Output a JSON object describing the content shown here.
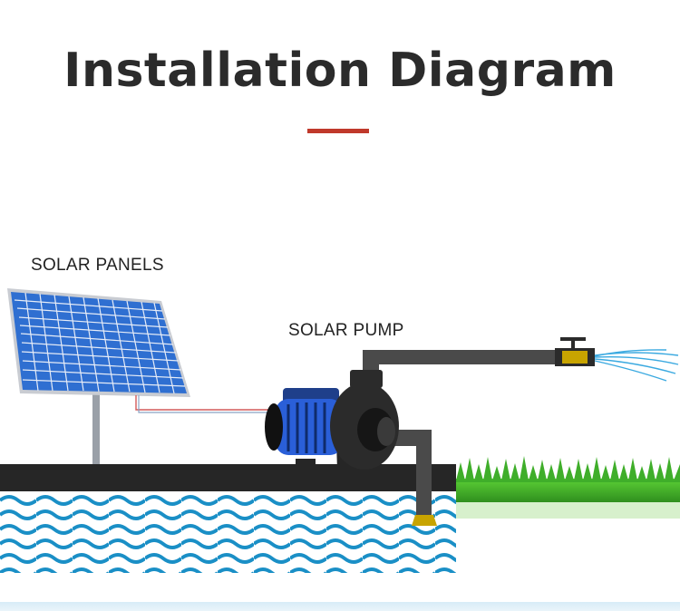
{
  "title": "Installation Diagram",
  "labels": {
    "solar_panels": "SOLAR PANELS",
    "solar_pump": "SOLAR PUMP"
  },
  "colors": {
    "title": "#2b2b2b",
    "accent": "#c0392b",
    "panel_cell": "#2f6fd1",
    "panel_frame": "#c9ccd2",
    "ground": "#262626",
    "water_wave": "#1a8fc6",
    "pipe": "#4a4a4a",
    "pump_motor": "#2a5fd8",
    "valve": "#c8a400",
    "grass": "#3fae2a",
    "water_jet": "#3aa9e0"
  },
  "icons": [
    "solar-panel-icon",
    "pump-icon",
    "valve-icon",
    "foot-valve-icon",
    "water-spray-icon",
    "grass-icon"
  ]
}
